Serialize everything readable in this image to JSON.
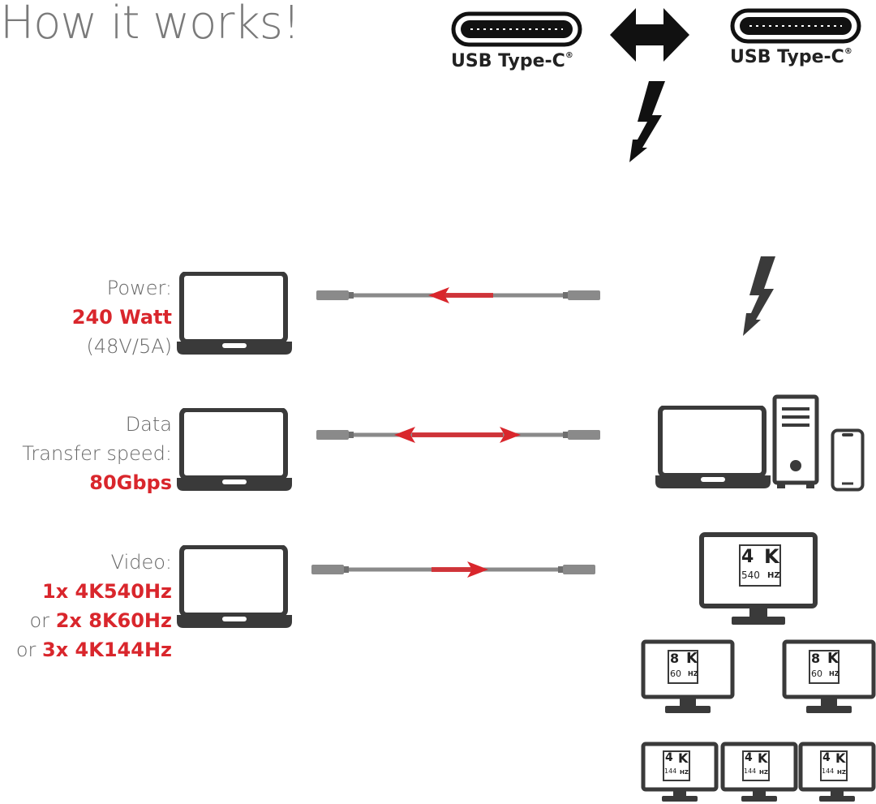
{
  "title": "How it works!",
  "usb": {
    "left_label": "USB Type-C",
    "right_label": "USB Type-C",
    "reg_mark": "®"
  },
  "features": {
    "power": {
      "label": "Power:",
      "value": "240 Watt",
      "detail": "(48V/5A)"
    },
    "data": {
      "label_line1": "Data",
      "label_line2": "Transfer speed:",
      "value": "80Gbps"
    },
    "video": {
      "label": "Video:",
      "option1": "1x 4K540Hz",
      "or_word_2": "or",
      "option2": "2x 8K60Hz",
      "or_word_3": "or",
      "option3": "3x 4K144Hz"
    }
  },
  "monitors": {
    "single": {
      "res": "4",
      "k": "K",
      "hz": "540",
      "hz_unit": "HZ"
    },
    "dual": {
      "res": "8",
      "k": "K",
      "hz": "60",
      "hz_unit": "HZ"
    },
    "triple": {
      "res": "4",
      "k": "K",
      "hz": "144",
      "hz_unit": "HZ"
    }
  },
  "colors": {
    "accent_red": "#d9262c",
    "icon_dark": "#3a3a3a",
    "cable_gray": "#8a8a8a"
  },
  "icons": [
    "usb-c-port-icon",
    "double-arrow-icon",
    "lightning-icon",
    "laptop-icon",
    "cable-icon",
    "desktop-tower-icon",
    "smartphone-icon",
    "monitor-icon"
  ]
}
